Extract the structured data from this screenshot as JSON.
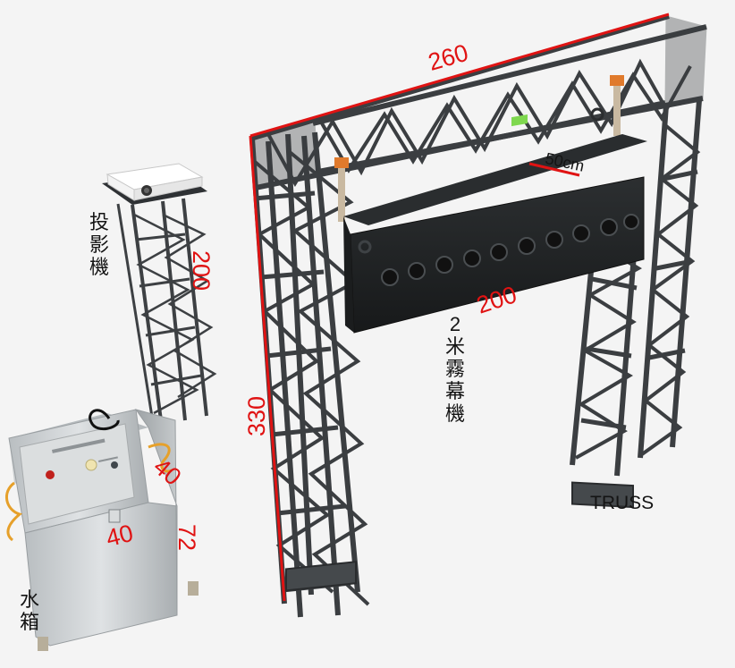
{
  "dimensions": {
    "truss_width": "260",
    "truss_height": "330",
    "fog_length": "200",
    "fog_offset": "50cm",
    "projector_stand_height": "200",
    "tank_width": "40",
    "tank_depth": "40",
    "tank_height": "72"
  },
  "labels": {
    "projector": [
      "投",
      "影",
      "機"
    ],
    "fog_machine": [
      "2",
      "米",
      "霧",
      "幕",
      "機"
    ],
    "truss": "TRUSS",
    "water_tank": [
      "水",
      "箱"
    ]
  },
  "colors": {
    "dimension": "#e01313",
    "truss": "#3b3e41",
    "truss_light": "#55595d",
    "fog_body": "#1f2123",
    "tank": "#c5c9cb",
    "background": "#f4f4f4"
  }
}
